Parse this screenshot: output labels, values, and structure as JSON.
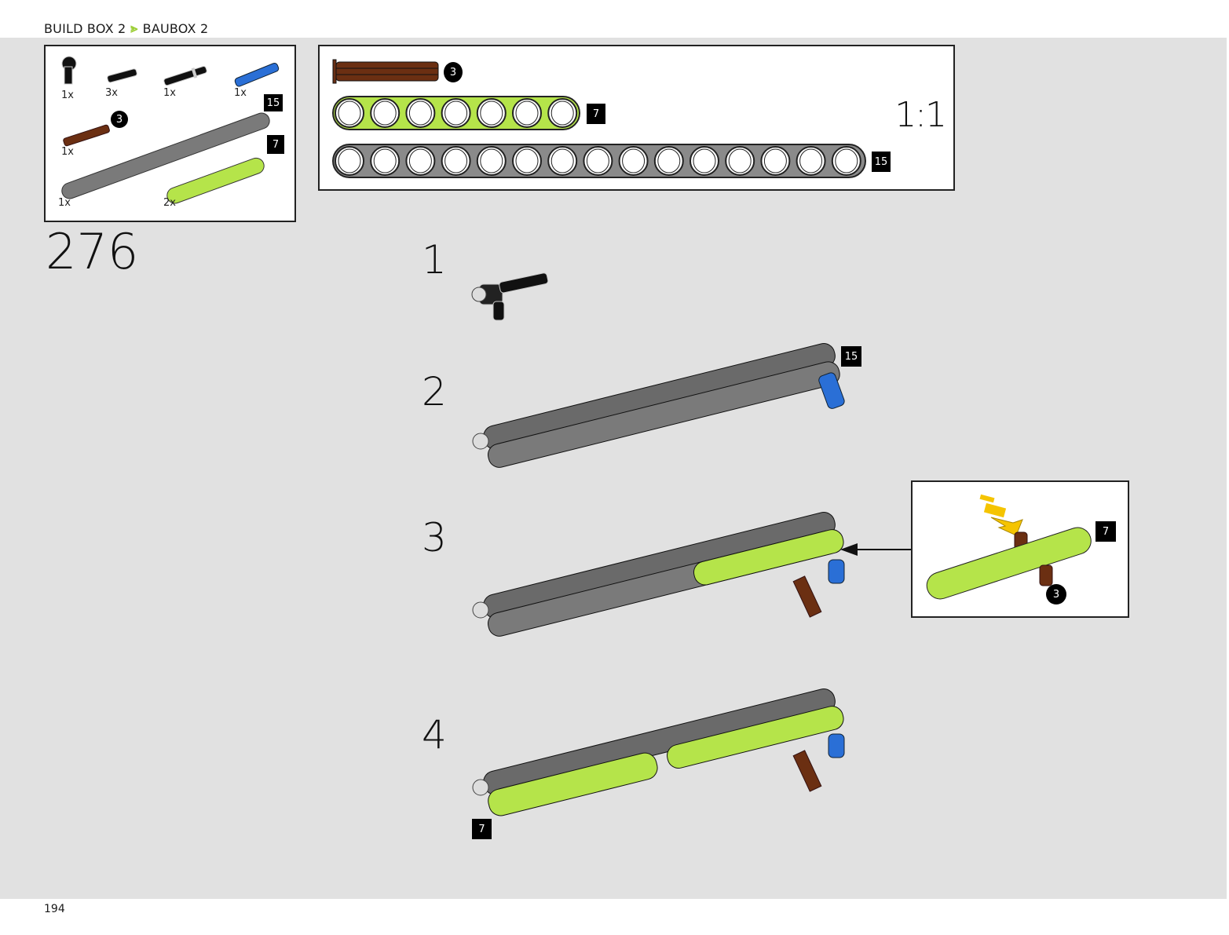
{
  "header": {
    "breadcrumb": [
      "BUILD BOX 2",
      "BAUBOX 2"
    ],
    "separator_icon": "chevron-right-icon"
  },
  "colors": {
    "background": "#e1e1e1",
    "accent": "#9acd32",
    "lime_beam": "#b5e44a",
    "gray_beam": "#7a7a7a",
    "blue_pin": "#2a6fd6",
    "brown_axle": "#6b2f12",
    "arrow_yellow": "#f5c400"
  },
  "parts_list": {
    "items": [
      {
        "name": "black angle connector",
        "qty": "1x"
      },
      {
        "name": "black friction pin",
        "qty": "3x"
      },
      {
        "name": "black long pin with stop bush",
        "qty": "1x"
      },
      {
        "name": "blue long pin",
        "qty": "1x"
      },
      {
        "name": "brown axle",
        "qty": "1x",
        "length_badge": "3"
      },
      {
        "name": "gray beam",
        "qty": "1x",
        "length_badge": "15"
      },
      {
        "name": "lime beam",
        "qty": "2x",
        "length_badge": "7"
      }
    ]
  },
  "scale_box": {
    "scale": "1:1",
    "parts": [
      {
        "name": "brown axle",
        "badge": "3"
      },
      {
        "name": "lime beam",
        "badge": "7",
        "holes": 7
      },
      {
        "name": "gray beam",
        "badge": "15",
        "holes": 15
      }
    ]
  },
  "step": {
    "number": "276",
    "substeps": [
      {
        "label": "1"
      },
      {
        "label": "2",
        "badge": "15"
      },
      {
        "label": "3"
      },
      {
        "label": "4",
        "badge": "7"
      }
    ],
    "callout": {
      "beam_badge": "7",
      "axle_badge": "3"
    }
  },
  "footer": {
    "page_number": "194"
  }
}
